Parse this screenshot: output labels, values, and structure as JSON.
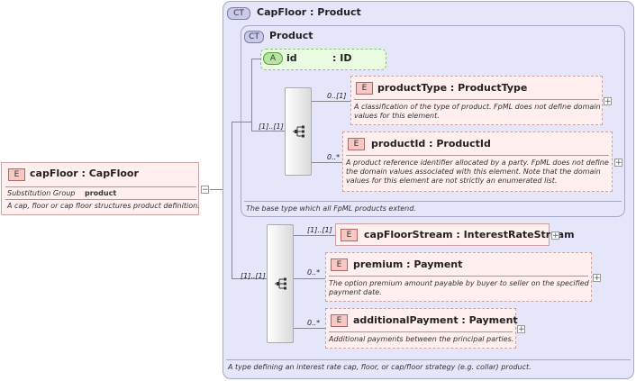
{
  "root": {
    "badge": "E",
    "title": "capFloor : CapFloor",
    "subst_label": "Substitution Group",
    "subst_value": "product",
    "description": "A cap, floor or cap floor structures product definition.",
    "collapse": "−"
  },
  "outer_type": {
    "badge": "CT",
    "title": "CapFloor : Product",
    "description": "A type defining an interest rate cap, floor, or cap/floor strategy (e.g. collar) product."
  },
  "inner_type": {
    "badge": "CT",
    "title": "Product",
    "description": "The base type which all FpML products extend."
  },
  "attribute": {
    "badge": "A",
    "name": "id",
    "type": ": ID"
  },
  "seq1": {
    "occurrence": "[1]..[1]",
    "items": [
      {
        "occurrence": "0..[1]",
        "badge": "E",
        "title": "productType : ProductType",
        "description": "A classification of the type of product. FpML does not define domain values for this element.",
        "expand": "+"
      },
      {
        "occurrence": "0..*",
        "badge": "E",
        "title": "productId : ProductId",
        "description": "A product reference identifier allocated by a party. FpML does not define the domain values associated with this element. Note that the domain values for this element are not strictly an enumerated list.",
        "expand": "+"
      }
    ]
  },
  "seq2": {
    "occurrence": "[1]..[1]",
    "items": [
      {
        "occurrence": "[1]..[1]",
        "badge": "E",
        "title": "capFloorStream : InterestRateStream",
        "expand": "+"
      },
      {
        "occurrence": "0..*",
        "badge": "E",
        "title": "premium : Payment",
        "description": "The option premium amount payable by buyer to seller on the specified payment date.",
        "expand": "+"
      },
      {
        "occurrence": "0..*",
        "badge": "E",
        "title": "additionalPayment : Payment",
        "description": "Additional payments between the principal parties.",
        "expand": "+"
      }
    ]
  }
}
